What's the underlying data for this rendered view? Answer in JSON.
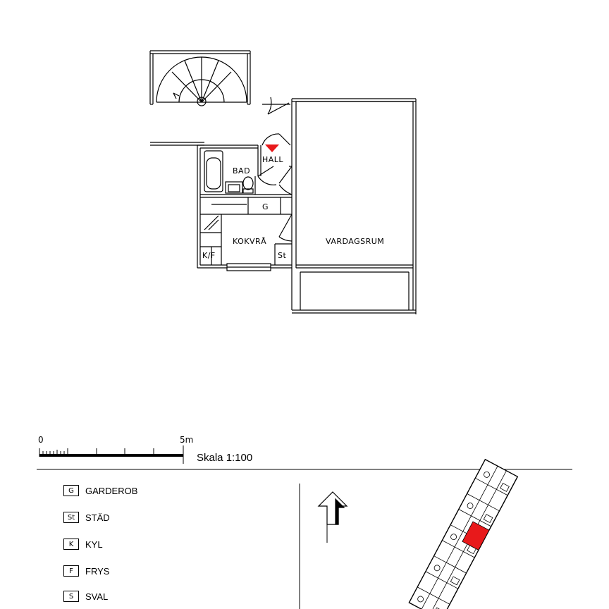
{
  "rooms": {
    "hall": "HALL",
    "bad": "BAD",
    "garderob_code": "G",
    "kokvra": "KOKVRÅ",
    "kf": "K/F",
    "st": "St",
    "vardagsrum": "VARDAGSRUM"
  },
  "scale": {
    "zero": "0",
    "max": "5m",
    "text": "Skala 1:100"
  },
  "legend": [
    {
      "code": "G",
      "label": "GARDEROB"
    },
    {
      "code": "St",
      "label": "STÄD"
    },
    {
      "code": "K",
      "label": "KYL"
    },
    {
      "code": "F",
      "label": "FRYS"
    },
    {
      "code": "S",
      "label": "SVAL"
    }
  ],
  "colors": {
    "line": "#000000",
    "highlight": "#e8191b",
    "marker": "#e8191b"
  },
  "icons": {
    "entrance_marker": "red-triangle-icon",
    "north_arrow": "north-arrow-icon"
  }
}
